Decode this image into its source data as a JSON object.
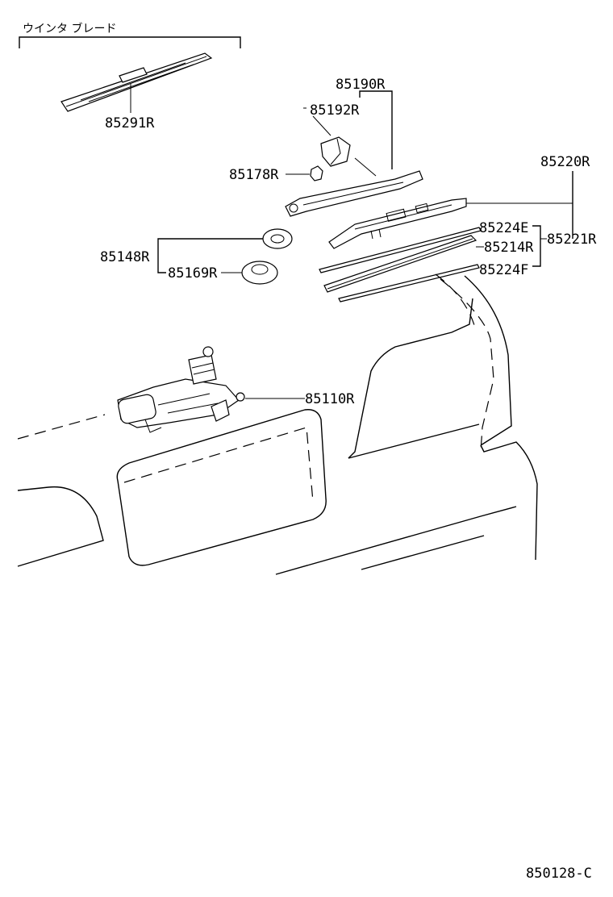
{
  "header": {
    "group_label": "ウインタ ブレード"
  },
  "labels": {
    "p85291R": "85291R",
    "p85190R": "85190R",
    "p85192R": "85192R",
    "p85178R": "85178R",
    "p85220R": "85220R",
    "p85224E": "85224E",
    "p85221R": "85221R",
    "p85214R": "85214R",
    "p85224F": "85224F",
    "p85148R": "85148R",
    "p85169R": "85169R",
    "p85110R": "85110R"
  },
  "footer": {
    "diagram_id": "850128-C"
  }
}
